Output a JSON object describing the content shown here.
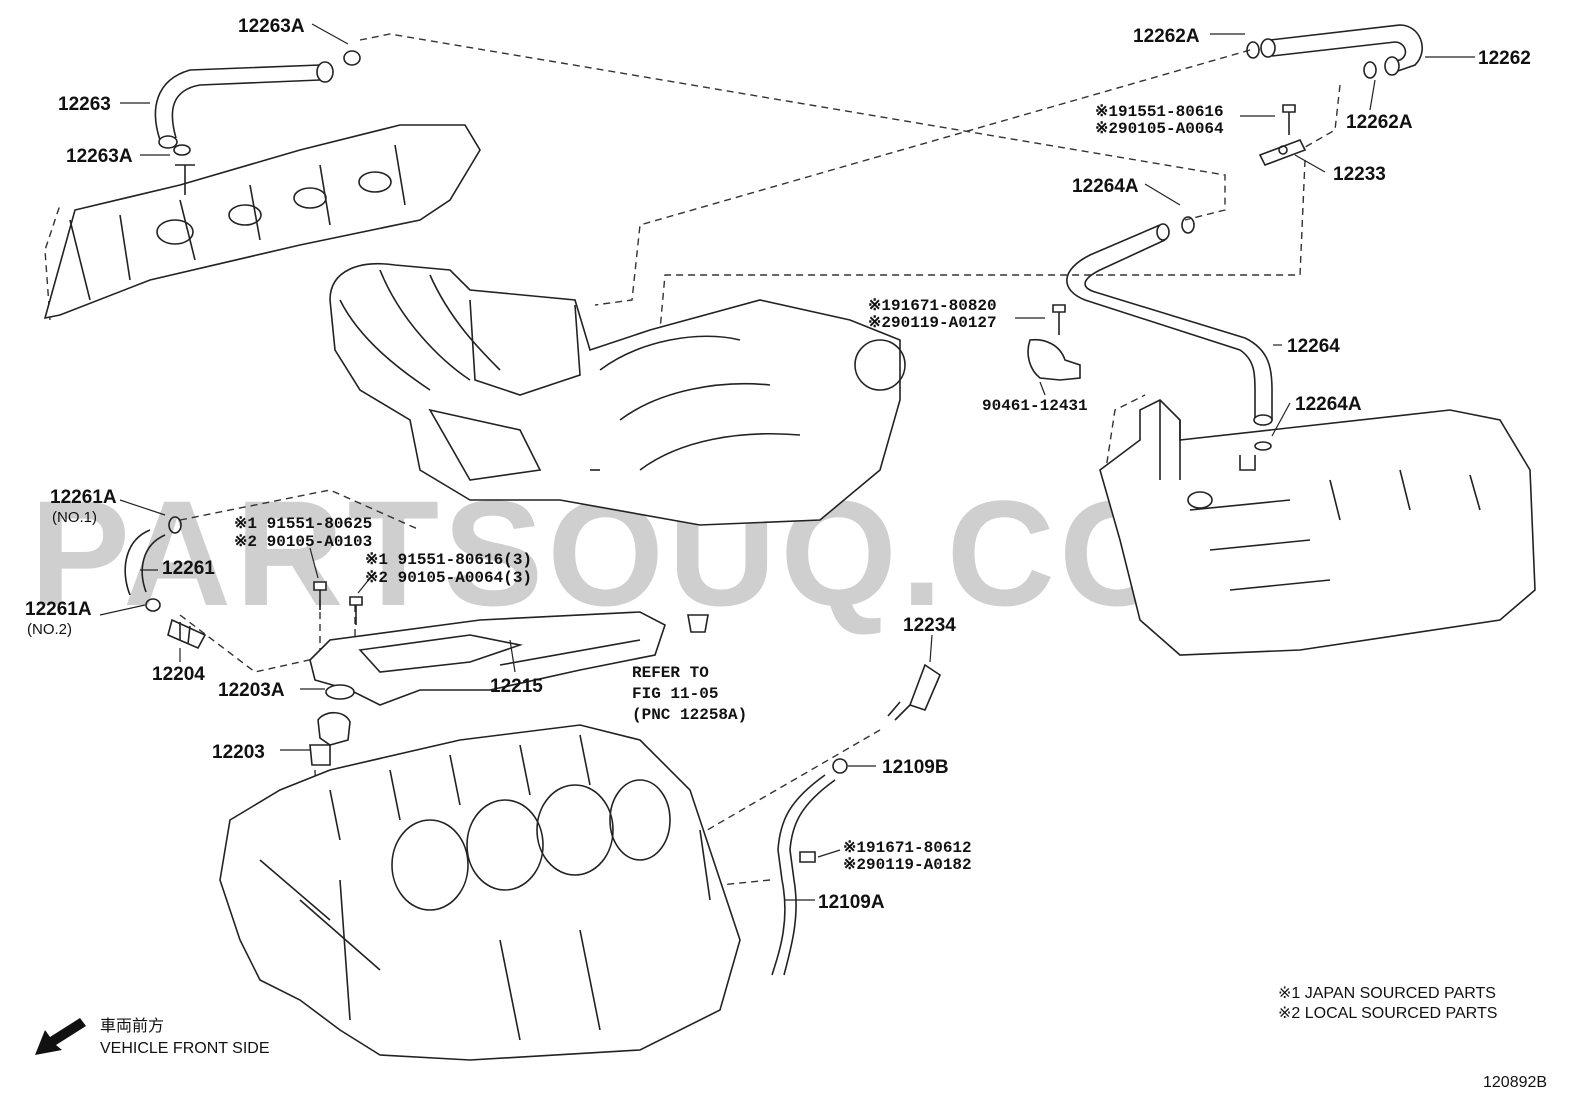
{
  "watermark": "PARTSOUQ.COM",
  "diagram_code": "120892B",
  "front_side": {
    "jp": "車両前方",
    "en": "VEHICLE FRONT SIDE"
  },
  "legend": [
    "※1 JAPAN SOURCED PARTS",
    "※2 LOCAL SOURCED PARTS"
  ],
  "refer": {
    "line1": "REFER TO",
    "line2": "FIG 11-05",
    "line3": "(PNC 12258A)"
  },
  "parts": {
    "p12263A_top": "12263A",
    "p12263": "12263",
    "p12263A_bot": "12263A",
    "p12262A_top": "12262A",
    "p12262": "12262",
    "p12262A_right": "12262A",
    "bolt_12233_a": "※191551-80616",
    "bolt_12233_b": "※290105-A0064",
    "p12233": "12233",
    "p12264A_top": "12264A",
    "bolt_clamp_a": "※191671-80820",
    "bolt_clamp_b": "※290119-A0127",
    "p12264": "12264",
    "clamp": "90461-12431",
    "p12264A_bot": "12264A",
    "p12261A_no1": "12261A",
    "no1": "(NO.1)",
    "p12261": "12261",
    "p12261A_no2": "12261A",
    "no2": "(NO.2)",
    "bolt_left_a": "※1 91551-80625",
    "bolt_left_b": "※2 90105-A0103",
    "bolt_mid_a": "※1 91551-80616(3)",
    "bolt_mid_b": "※2 90105-A0064(3)",
    "p12204": "12204",
    "p12203A": "12203A",
    "p12215": "12215",
    "p12203": "12203",
    "p12234": "12234",
    "p12109B": "12109B",
    "bolt_pipe_a": "※191671-80612",
    "bolt_pipe_b": "※290119-A0182",
    "p12109A": "12109A"
  }
}
